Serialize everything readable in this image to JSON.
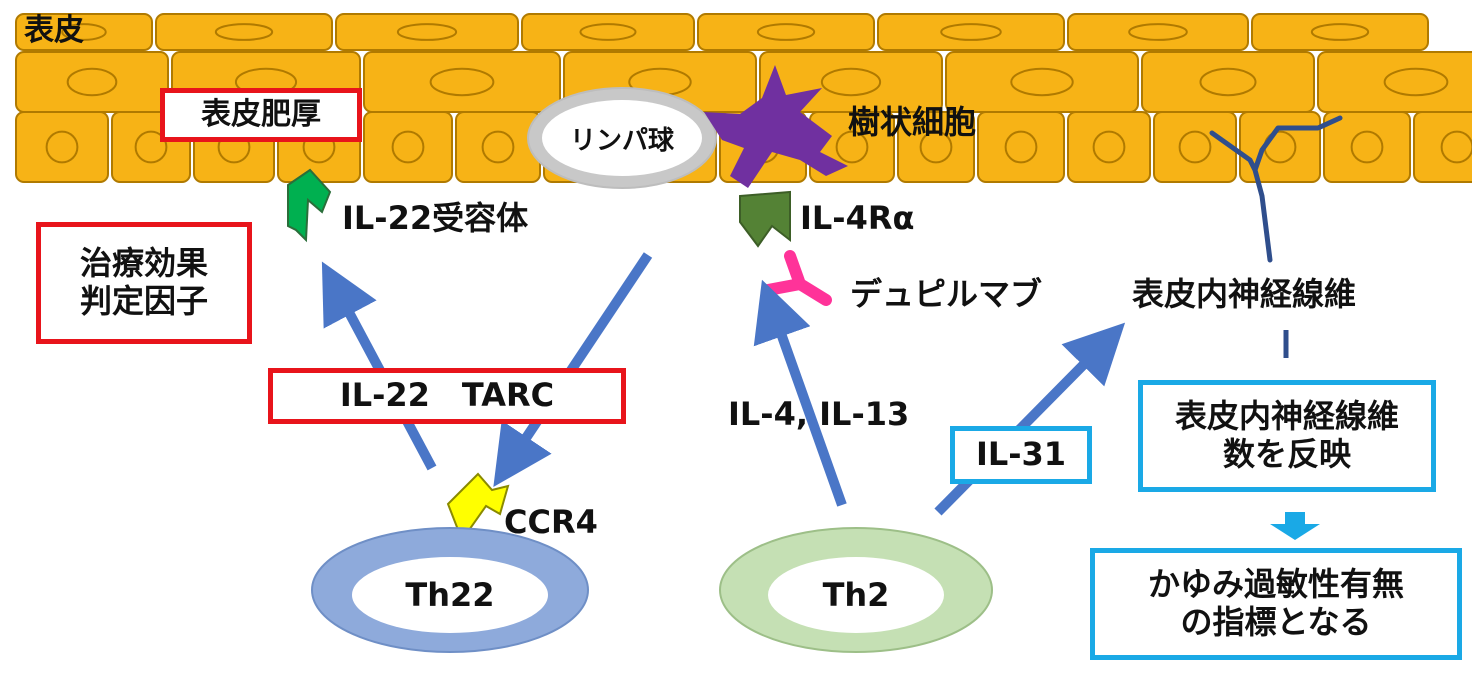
{
  "epidermis_label": "表皮",
  "epidermal_thickening": "表皮肥厚",
  "treatment_factor": [
    "治療効果",
    "判定因子"
  ],
  "lymphocyte": "リンパ球",
  "dendritic_cell": "樹状細胞",
  "il22_receptor": "IL-22受容体",
  "il4r_alpha": "IL-4Rα",
  "dupilumab": "デュピルマブ",
  "intraepidermal_nerve": "表皮内神経線維",
  "il22_tarc": "IL-22　TARC",
  "il4_il13": "IL-4, IL-13",
  "il31": "IL-31",
  "nerve_count_box": [
    "表皮内神経線維",
    "数を反映"
  ],
  "itch_box": [
    "かゆみ過敏性有無",
    "の指標となる"
  ],
  "ccr4": "CCR4",
  "th22": "Th22",
  "th2": "Th2",
  "colors": {
    "epidermis_cell": "#f7b316",
    "red_box": "#e8141b",
    "blue_box": "#1aa9e6",
    "arrow": "#4a76c7",
    "th22_ring": "#8eaadb",
    "th2_ring": "#c5e0b4",
    "dendritic": "#7030a0",
    "il22_receptor": "#00b050",
    "il4r": "#548235",
    "dupilumab": "#ff3399",
    "ccr4": "#ffff00",
    "nerve": "#2f4e8c"
  }
}
